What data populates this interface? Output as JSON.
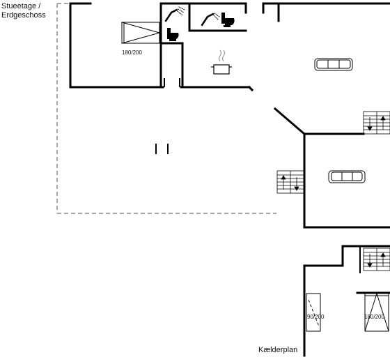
{
  "floors": {
    "ground": {
      "title_line1": "Stueetage /",
      "title_line2": "Erdgeschoss"
    },
    "basement": {
      "title": "Kælderplan"
    }
  },
  "beds": {
    "ground_double": "180/200",
    "basement_single": "90/200",
    "basement_double": "180/200"
  },
  "icons": [
    "shower-icon",
    "toilet-icon",
    "stove-pot-icon",
    "sofa-icon",
    "stairs-icon",
    "bed-icon"
  ]
}
